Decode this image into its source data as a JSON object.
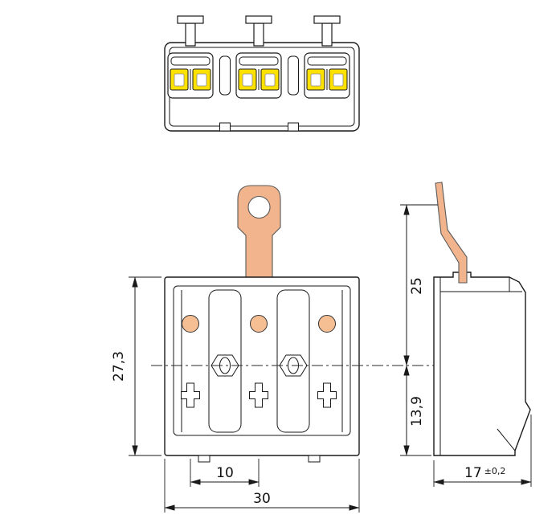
{
  "dimensions": {
    "front_height": "27,3",
    "upper_height": "25",
    "lower_height": "13,9",
    "pole_pitch": "10",
    "width": "30",
    "depth": "17",
    "depth_tolerance": "±0,2"
  },
  "colors": {
    "line": "#1a1a1a",
    "copper": "#f2b48c",
    "port_orange": "#f6be93",
    "spring_yellow": "#ffe100",
    "background": "#ffffff"
  }
}
